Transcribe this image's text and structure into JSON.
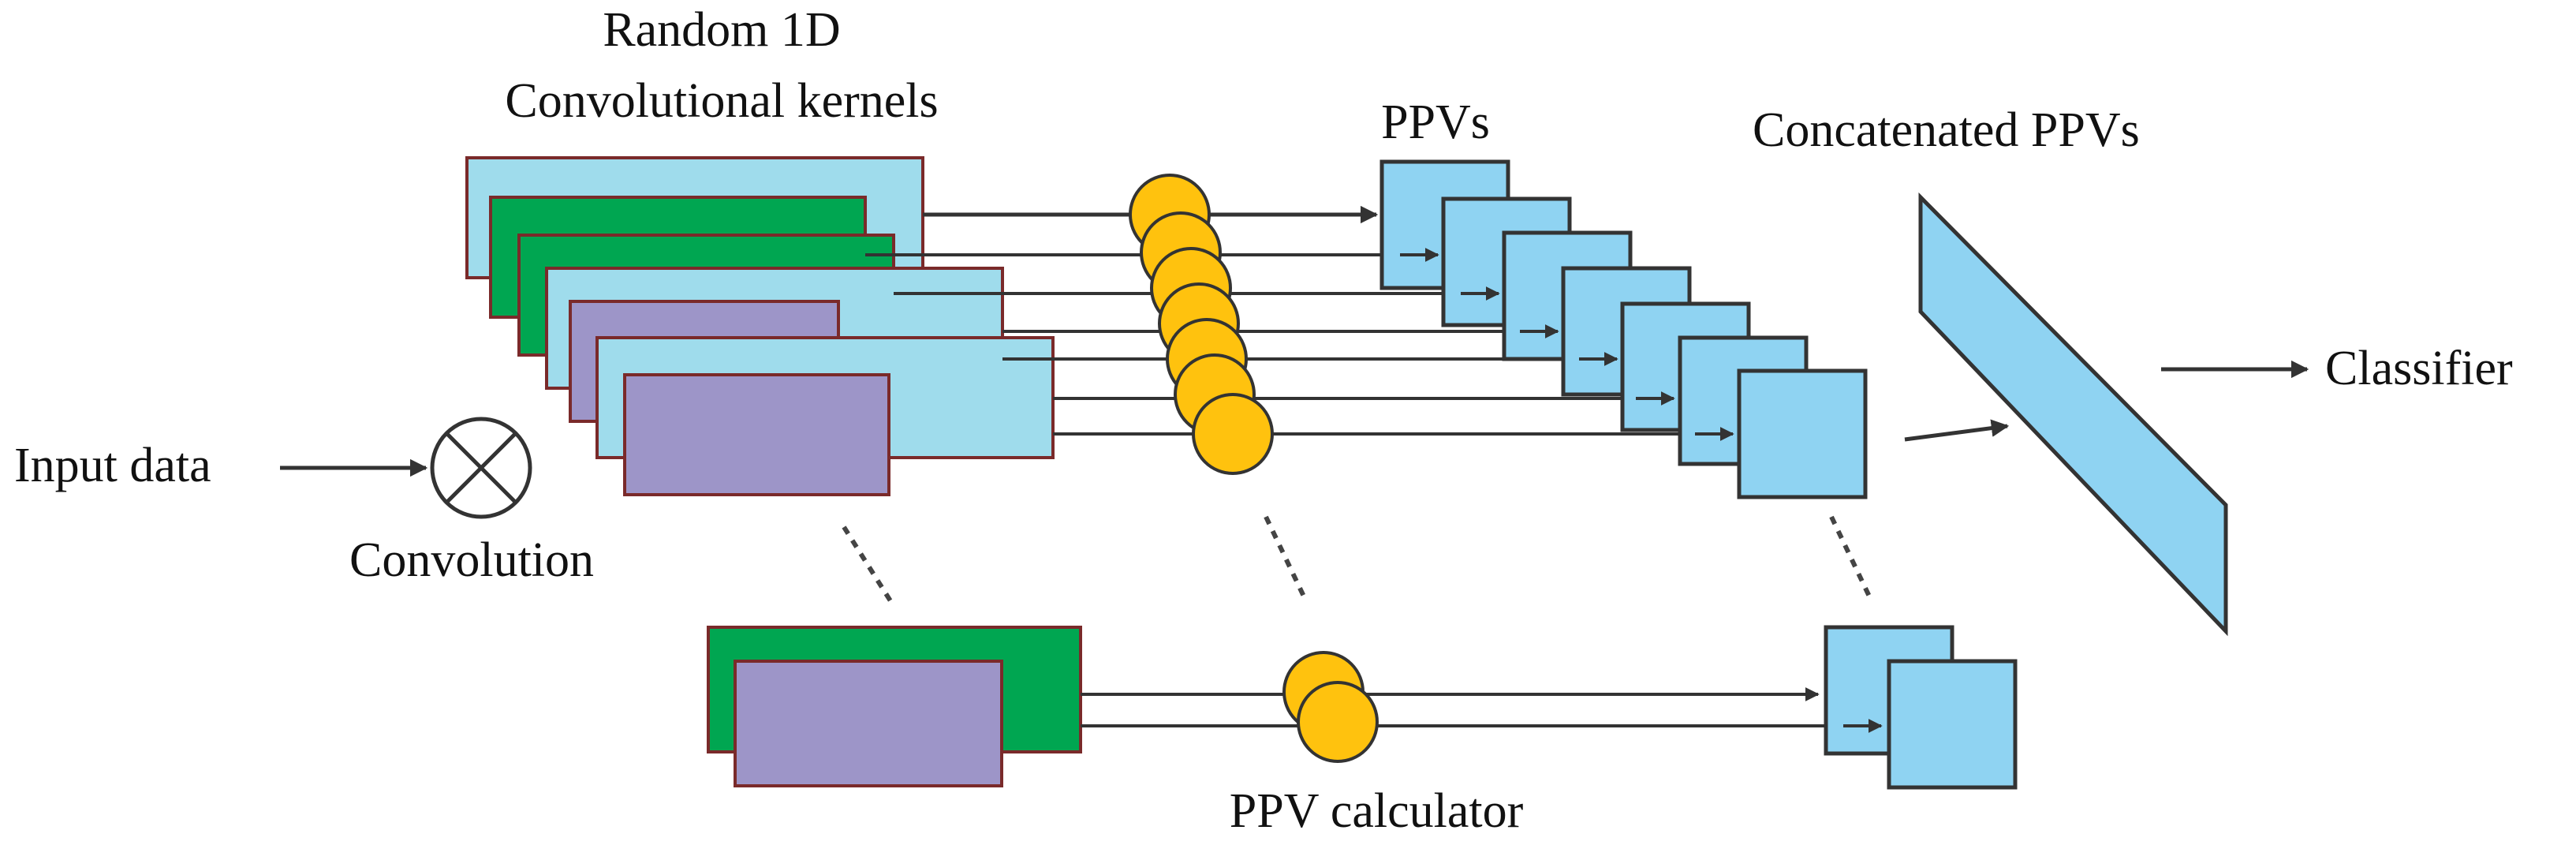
{
  "labels": {
    "kernels_line1": "Random 1D",
    "kernels_line2": "Convolutional kernels",
    "ppvs": "PPVs",
    "concatenated": "Concatenated PPVs",
    "classifier": "Classifier",
    "input": "Input data",
    "convolution": "Convolution",
    "ppv_calculator": "PPV calculator"
  },
  "colors": {
    "light_blue": "#9fdcec",
    "green": "#00a651",
    "purple": "#9d95c8",
    "ppv_blue": "#8fd3f2",
    "ppv_circle": "#ffc20e",
    "line": "#333333"
  },
  "icons": {
    "convolution": "circled-times-icon"
  }
}
